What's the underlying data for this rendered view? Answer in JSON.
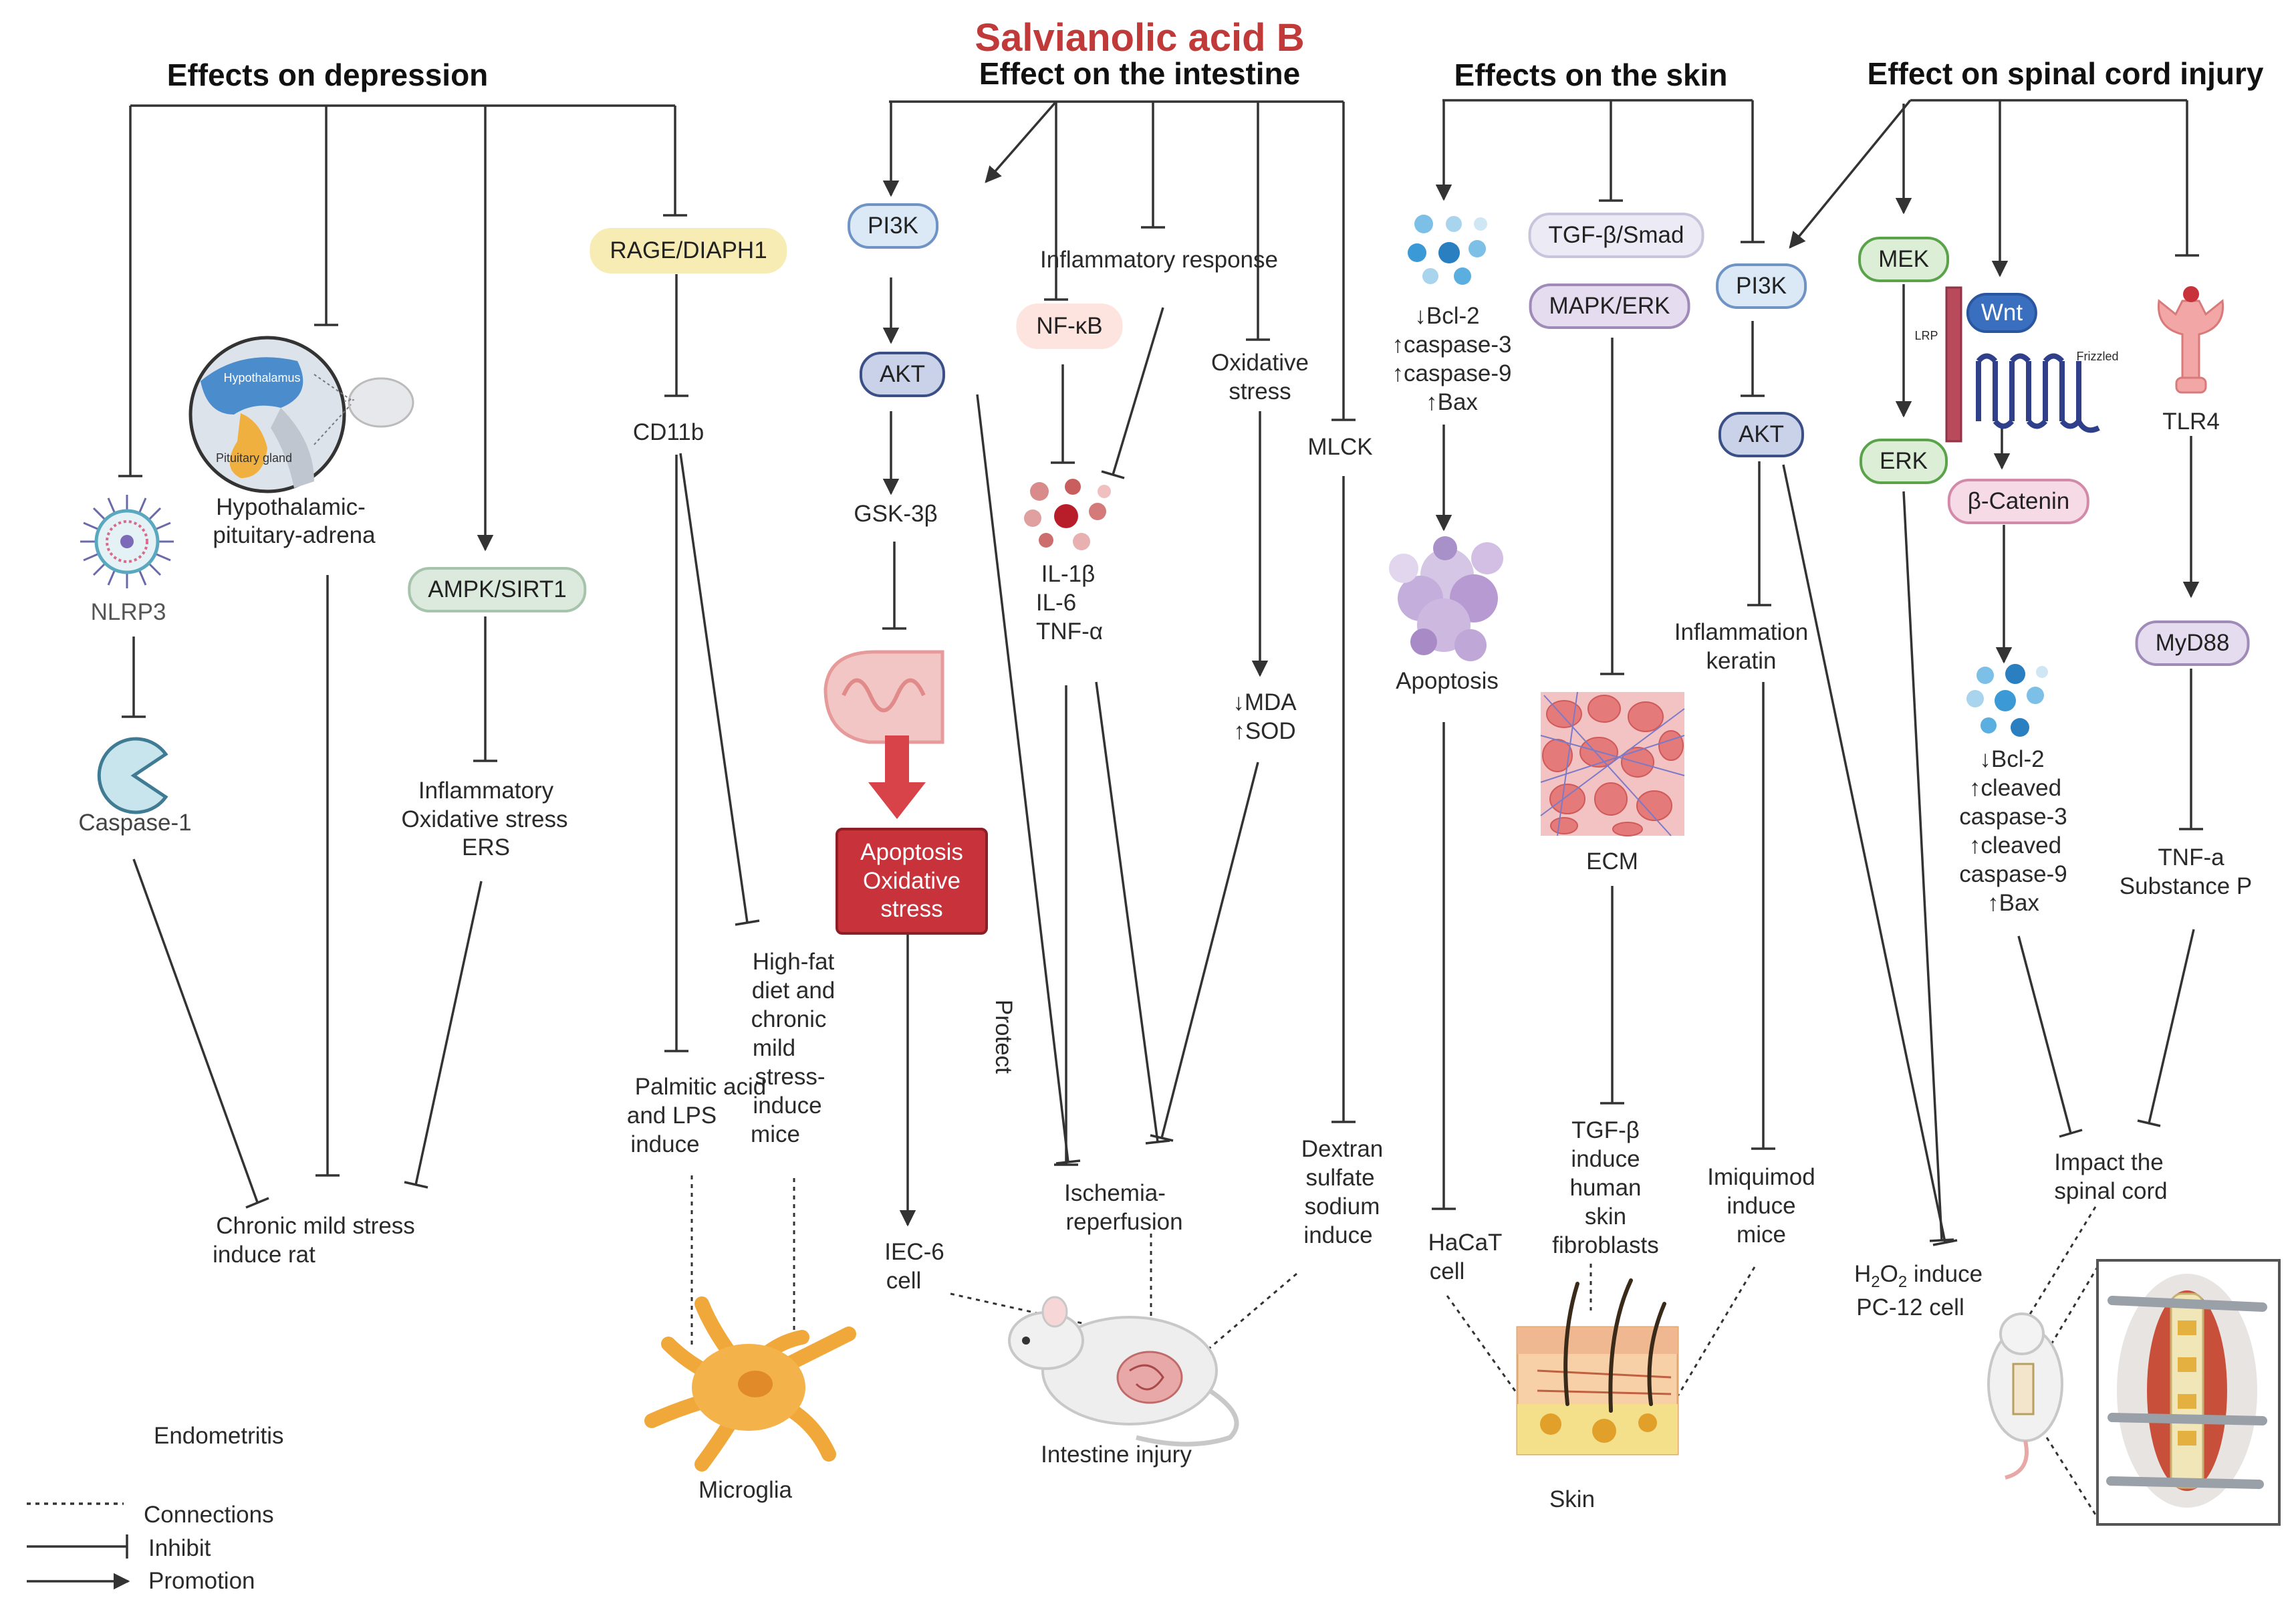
{
  "title": "Salvianolic acid B",
  "sections": {
    "depression": "Effects on depression",
    "intestine": "Effect on the intestine",
    "skin": "Effects on the skin",
    "spinal": "Effect on spinal cord injury"
  },
  "depression": {
    "nlrp3": "NLRP3",
    "caspase1": "Caspase-1",
    "hpa1": "Hypothalamic-",
    "hpa2": "pituitary-adrena",
    "brain_label1": "Hypothalamus",
    "brain_label2": "Pituitary gland",
    "ampk": "AMPK/SIRT1",
    "inflam1": "Inflammatory",
    "inflam2": "Oxidative stress",
    "inflam3": "ERS",
    "rage": "RAGE/DIAPH1",
    "cd11b": "CD11b",
    "cms1": "Chronic mild stress",
    "cms2": "induce rat",
    "palm1": "Palmitic acid",
    "palm2": "and LPS",
    "palm3": "induce",
    "hfd1": "High-fat",
    "hfd2": "diet and",
    "hfd3": "chronic",
    "hfd4": "mild",
    "hfd5": "stress-",
    "hfd6": "induce",
    "hfd7": "mice",
    "microglia": "Microglia"
  },
  "intestine": {
    "pi3k": "PI3K",
    "akt": "AKT",
    "gsk": "GSK-3β",
    "apop1": "Apoptosis",
    "apop2": "Oxidative",
    "apop3": "stress",
    "iec1": "IEC-6",
    "iec2": "cell",
    "protect": "Protect",
    "inflam_resp": "Inflammatory response",
    "nfkb": "NF-κB",
    "il1b": "IL-1β",
    "il6": "IL-6",
    "tnf": "TNF-α",
    "ox1": "Oxidative",
    "ox2": "stress",
    "mda": "↓MDA",
    "sod": "↑SOD",
    "mlck": "MLCK",
    "isch1": "Ischemia-",
    "isch2": "reperfusion",
    "dss1": "Dextran",
    "dss2": "sulfate",
    "dss3": "sodium",
    "dss4": "induce",
    "injury": "Intestine injury"
  },
  "skin": {
    "bcl2": "↓Bcl-2",
    "casp3": "↑caspase-3",
    "casp9": "↑caspase-9",
    "bax": "↑Bax",
    "apoptosis": "Apoptosis",
    "hacat1": "HaCaT",
    "hacat2": "cell",
    "tgf": "TGF-β/Smad",
    "mapk": "MAPK/ERK",
    "ecm": "ECM",
    "tgfb1": "TGF-β",
    "tgfb2": "induce",
    "tgfb3": "human",
    "tgfb4": "skin",
    "tgfb5": "fibroblasts",
    "pi3k": "PI3K",
    "akt": "AKT",
    "ik1": "Inflammation",
    "ik2": "keratin",
    "imq1": "Imiquimod",
    "imq2": "induce",
    "imq3": "mice",
    "skin": "Skin"
  },
  "spinal": {
    "mek": "MEK",
    "erk": "ERK",
    "lrp": "LRP",
    "wnt": "Wnt",
    "frizzled": "Frizzled",
    "bcat": "β-Catenin",
    "bcl2": "↓Bcl-2",
    "cc3a": "↑cleaved",
    "cc3b": "caspase-3",
    "cc9a": "↑cleaved",
    "cc9b": "caspase-9",
    "bax": "↑Bax",
    "tlr4": "TLR4",
    "myd88": "MyD88",
    "tnfa": "TNF-a",
    "subp": "Substance P",
    "impact1": "Impact the",
    "impact2": "spinal cord",
    "h2o2_a": "H",
    "h2o2_b": "2",
    "h2o2_c": "O",
    "h2o2_d": "2",
    "h2o2_e": " induce",
    "pc12": "PC-12 cell"
  },
  "legend": {
    "endometritis": "Endometritis",
    "connections": "Connections",
    "inhibit": "Inhibit",
    "promotion": "Promotion"
  },
  "colors": {
    "line": "#333333",
    "title": "#c03a3a",
    "apoptosis_box": "#c8323a"
  }
}
